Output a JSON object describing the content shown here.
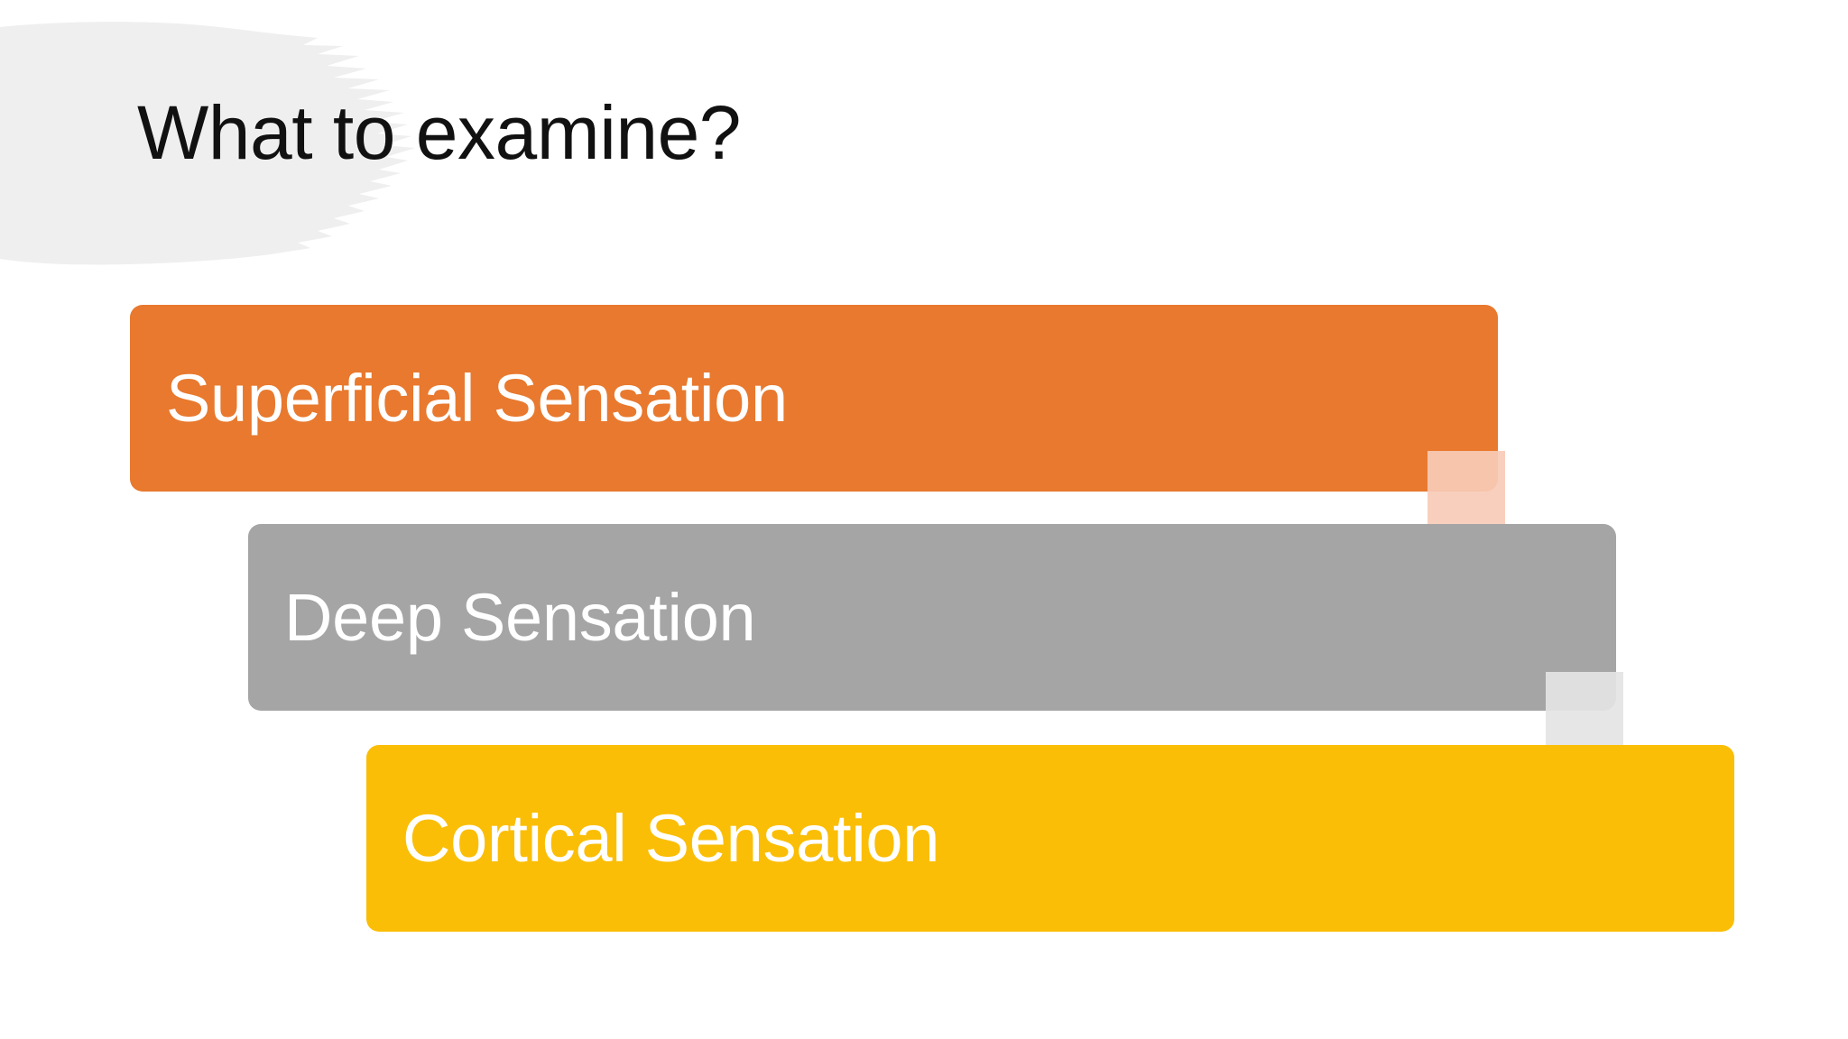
{
  "slide": {
    "title": "What to examine?",
    "background_color": "#FFFFFF",
    "title_color": "#111111",
    "brush_color": "#EFEFEF"
  },
  "bars": [
    {
      "id": "superficial",
      "label": "Superficial Sensation",
      "fill_color": "#E8792E",
      "text_color": "#FFFFFF"
    },
    {
      "id": "deep",
      "label": "Deep Sensation",
      "fill_color": "#A5A5A5",
      "text_color": "#FFFFFF"
    },
    {
      "id": "cortical",
      "label": "Cortical Sensation",
      "fill_color": "#FBBE06",
      "text_color": "#FFFFFF"
    }
  ],
  "arrows": [
    {
      "id": "arrow-one",
      "direction": "down",
      "fill_color": "#F7CBB7",
      "from": "superficial",
      "to": "deep"
    },
    {
      "id": "arrow-two",
      "direction": "down",
      "fill_color": "#E4E4E4",
      "from": "deep",
      "to": "cortical"
    }
  ]
}
